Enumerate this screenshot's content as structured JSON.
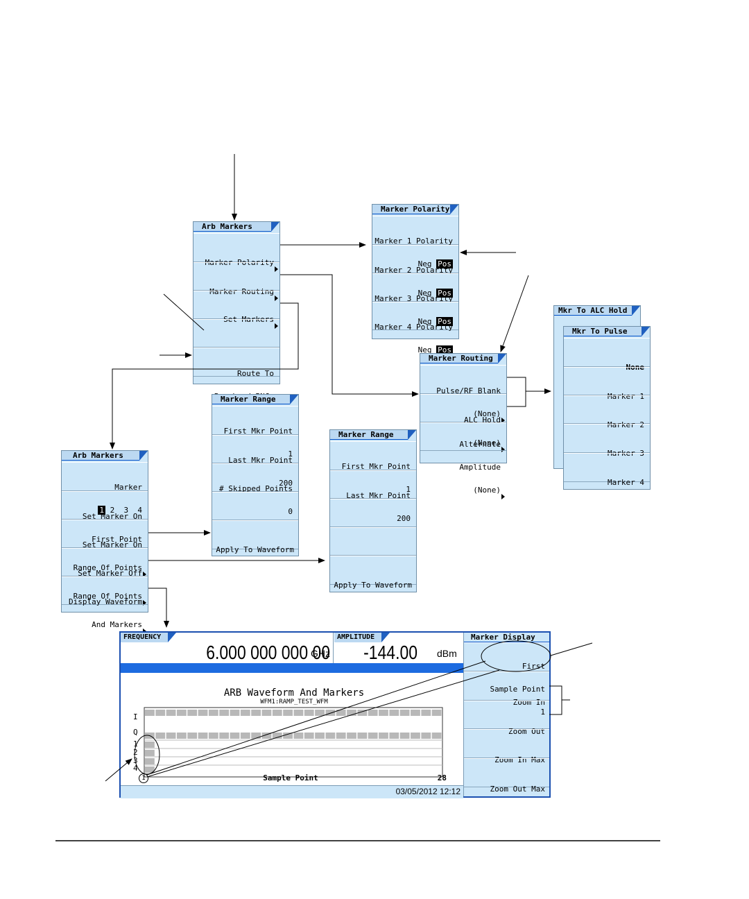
{
  "arb_markers_top": {
    "title": "Arb Markers",
    "keys": [
      {
        "lines": [
          "Marker Polarity"
        ]
      },
      {
        "lines": [
          "Marker Routing"
        ]
      },
      {
        "lines": [
          "Set Markers"
        ]
      },
      {
        "lines": [
          ""
        ]
      },
      {
        "lines": [
          "Route To",
          "Baseband BNCs"
        ]
      }
    ]
  },
  "marker_polarity": {
    "title": "Marker Polarity",
    "keys": [
      {
        "line1": "Marker 1 Polarity",
        "neg": "Neg",
        "pos": "Pos"
      },
      {
        "line1": "Marker 2 Polarity",
        "neg": "Neg",
        "pos": "Pos"
      },
      {
        "line1": "Marker 3 Polarity",
        "neg": "Neg",
        "pos": "Pos"
      },
      {
        "line1": "Marker 4 Polarity",
        "neg": "Neg",
        "pos": "Pos"
      }
    ]
  },
  "marker_routing": {
    "title": "Marker Routing",
    "keys": [
      {
        "lines": [
          "Pulse/RF Blank",
          "(None)"
        ]
      },
      {
        "lines": [
          "ALC Hold",
          "(None)"
        ]
      },
      {
        "lines": [
          "Alternate",
          "Amplitude",
          "(None)"
        ]
      }
    ]
  },
  "mkr_to_alc_hold": {
    "title": "Mkr To ALC Hold"
  },
  "mkr_to_pulse": {
    "title": "Mkr To Pulse",
    "keys": [
      "None",
      "Marker 1",
      "Marker 2",
      "Marker 3",
      "Marker 4"
    ]
  },
  "marker_range_1": {
    "title": "Marker Range",
    "keys": [
      {
        "lines": [
          "First Mkr Point",
          "1"
        ]
      },
      {
        "lines": [
          "Last Mkr Point",
          "200"
        ]
      },
      {
        "lines": [
          "# Skipped Points",
          "0"
        ]
      },
      {
        "lines": [
          ""
        ]
      },
      {
        "lines": [
          "Apply To Waveform"
        ]
      }
    ]
  },
  "marker_range_2": {
    "title": "Marker Range",
    "keys": [
      {
        "lines": [
          "First Mkr Point",
          "1"
        ]
      },
      {
        "lines": [
          "Last Mkr Point",
          "200"
        ]
      },
      {
        "lines": [
          ""
        ]
      },
      {
        "lines": [
          ""
        ]
      },
      {
        "lines": [
          "Apply To Waveform"
        ]
      }
    ]
  },
  "arb_markers_bottom": {
    "title": "Arb Markers",
    "marker_label": "Marker",
    "marker_options": [
      "1",
      "2",
      "3",
      "4"
    ],
    "keys": [
      {
        "lines": [
          "Set Marker On",
          "First Point"
        ]
      },
      {
        "lines": [
          "Set Marker On",
          "Range Of Points"
        ]
      },
      {
        "lines": [
          "Set Marker Off",
          "Range Of Points"
        ]
      },
      {
        "lines": [
          "Display Waveform",
          "And Markers"
        ]
      }
    ]
  },
  "display": {
    "frequency_label": "FREQUENCY",
    "frequency_value": "6.000 000 000 00",
    "frequency_unit": "GHz",
    "amplitude_label": "AMPLITUDE",
    "amplitude_value": "-144.00",
    "amplitude_unit": "dBm",
    "plot_title": "ARB Waveform And Markers",
    "plot_subtitle": "WFM1:RAMP_TEST_WFM",
    "row_labels": [
      "I",
      "Q",
      "1",
      "2",
      "3",
      "4"
    ],
    "x_start": "1",
    "x_label": "Sample Point",
    "x_end": "28",
    "datetime": "03/05/2012 12:12",
    "softkey_title": "Marker Display",
    "softkeys": [
      {
        "lines": [
          "First",
          "Sample Point",
          "1"
        ]
      },
      {
        "lines": [
          "Zoom In"
        ]
      },
      {
        "lines": [
          "Zoom Out"
        ]
      },
      {
        "lines": [
          "Zoom In Max"
        ]
      },
      {
        "lines": [
          "Zoom Out Max"
        ]
      }
    ]
  },
  "colors": {
    "panel": "#cce6f8",
    "title_accent": "#2060c0",
    "display_border": "#1a4fb0"
  }
}
